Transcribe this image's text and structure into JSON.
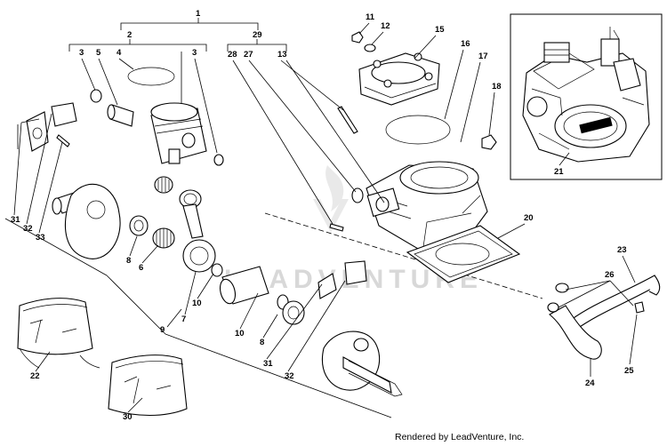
{
  "watermark": "LEADVENTURE",
  "credit": "Rendered by LeadVenture, Inc.",
  "callouts": {
    "c1": "1",
    "c2": "2",
    "c3a": "3",
    "c3b": "3",
    "c4": "4",
    "c5": "5",
    "c6": "6",
    "c7a": "7",
    "c7b": "7",
    "c8a": "8",
    "c8b": "8",
    "c9": "9",
    "c10a": "10",
    "c10b": "10",
    "c11": "11",
    "c12": "12",
    "c13": "13",
    "c15": "15",
    "c16": "16",
    "c17": "17",
    "c18": "18",
    "c20": "20",
    "c21": "21",
    "c22": "22",
    "c23": "23",
    "c24": "24",
    "c25": "25",
    "c26": "26",
    "c27": "27",
    "c28": "28",
    "c29": "29",
    "c30": "30",
    "c31a": "31",
    "c31b": "31",
    "c32a": "32",
    "c32b": "32",
    "c33": "33"
  }
}
